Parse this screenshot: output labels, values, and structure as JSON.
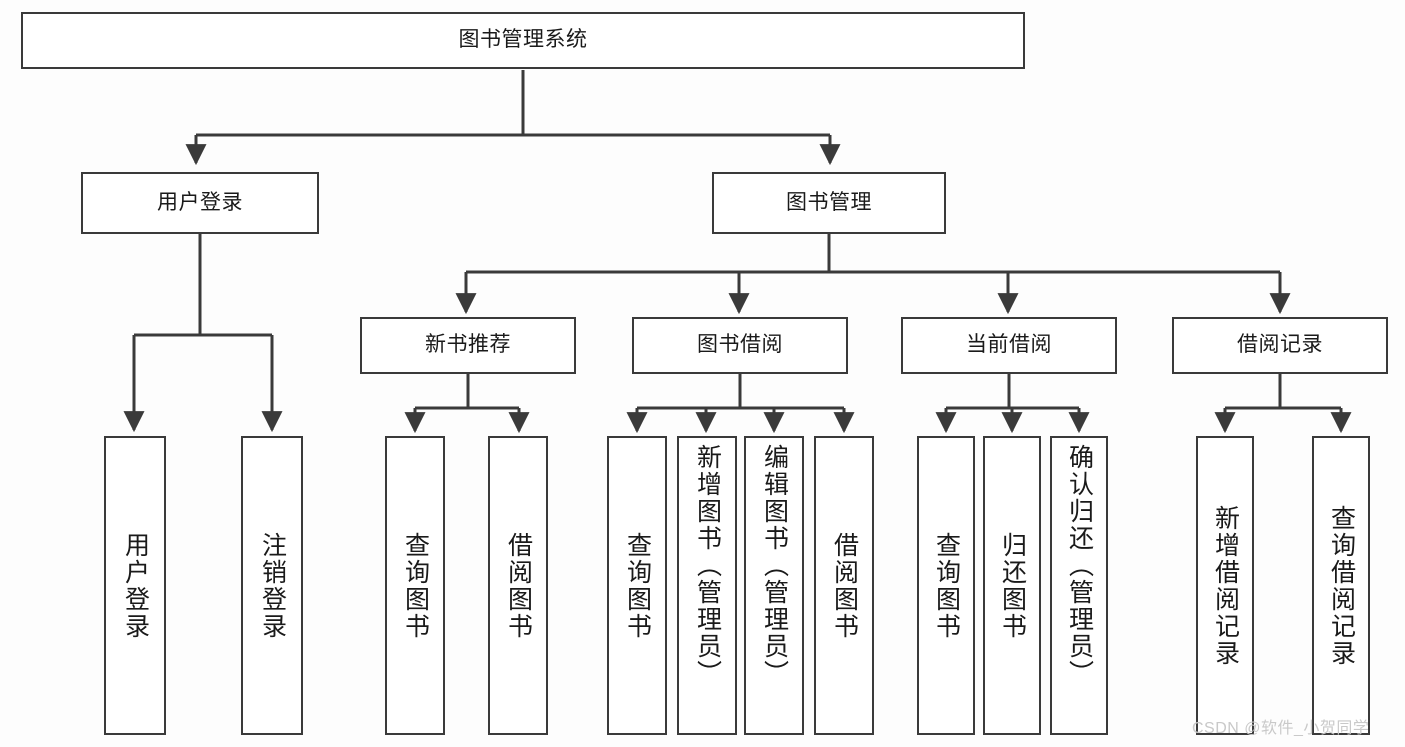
{
  "diagram": {
    "type": "tree-hierarchy-chart",
    "title": "图书管理系统",
    "root": {
      "id": "root",
      "label": "图书管理系统"
    },
    "level2": [
      {
        "id": "user-login",
        "label": "用户登录"
      },
      {
        "id": "book-manage",
        "label": "图书管理"
      }
    ],
    "level3": [
      {
        "id": "new-book-rec",
        "label": "新书推荐",
        "parent": "book-manage"
      },
      {
        "id": "book-borrow",
        "label": "图书借阅",
        "parent": "book-manage"
      },
      {
        "id": "current-borrow",
        "label": "当前借阅",
        "parent": "book-manage"
      },
      {
        "id": "borrow-record",
        "label": "借阅记录",
        "parent": "book-manage"
      }
    ],
    "leaves": [
      {
        "id": "leaf-user-login",
        "label": "用户登录",
        "parent": "user-login"
      },
      {
        "id": "leaf-logout-login",
        "label": "注销登录",
        "parent": "user-login"
      },
      {
        "id": "leaf-query-book-1",
        "label": "查询图书",
        "parent": "new-book-rec"
      },
      {
        "id": "leaf-borrow-book-1",
        "label": "借阅图书",
        "parent": "new-book-rec"
      },
      {
        "id": "leaf-query-book-2",
        "label": "查询图书",
        "parent": "book-borrow"
      },
      {
        "id": "leaf-add-book",
        "label": "新增图书（管理员）",
        "parent": "book-borrow"
      },
      {
        "id": "leaf-edit-book",
        "label": "编辑图书（管理员）",
        "parent": "book-borrow"
      },
      {
        "id": "leaf-borrow-book-2",
        "label": "借阅图书",
        "parent": "book-borrow"
      },
      {
        "id": "leaf-query-book-3",
        "label": "查询图书",
        "parent": "current-borrow"
      },
      {
        "id": "leaf-return-book",
        "label": "归还图书",
        "parent": "current-borrow"
      },
      {
        "id": "leaf-confirm-return",
        "label": "确认归还（管理员）",
        "parent": "current-borrow"
      },
      {
        "id": "leaf-add-record",
        "label": "新增借阅记录",
        "parent": "borrow-record"
      },
      {
        "id": "leaf-query-record",
        "label": "查询借阅记录",
        "parent": "borrow-record"
      }
    ]
  },
  "watermark": {
    "text": "CSDN @软件_小贺同学"
  },
  "colors": {
    "stroke": "#3a3a3a",
    "fill": "#ffffff",
    "text": "#1a1a1a",
    "background": "#fdfdfd",
    "watermark": "#c9c9c9"
  }
}
